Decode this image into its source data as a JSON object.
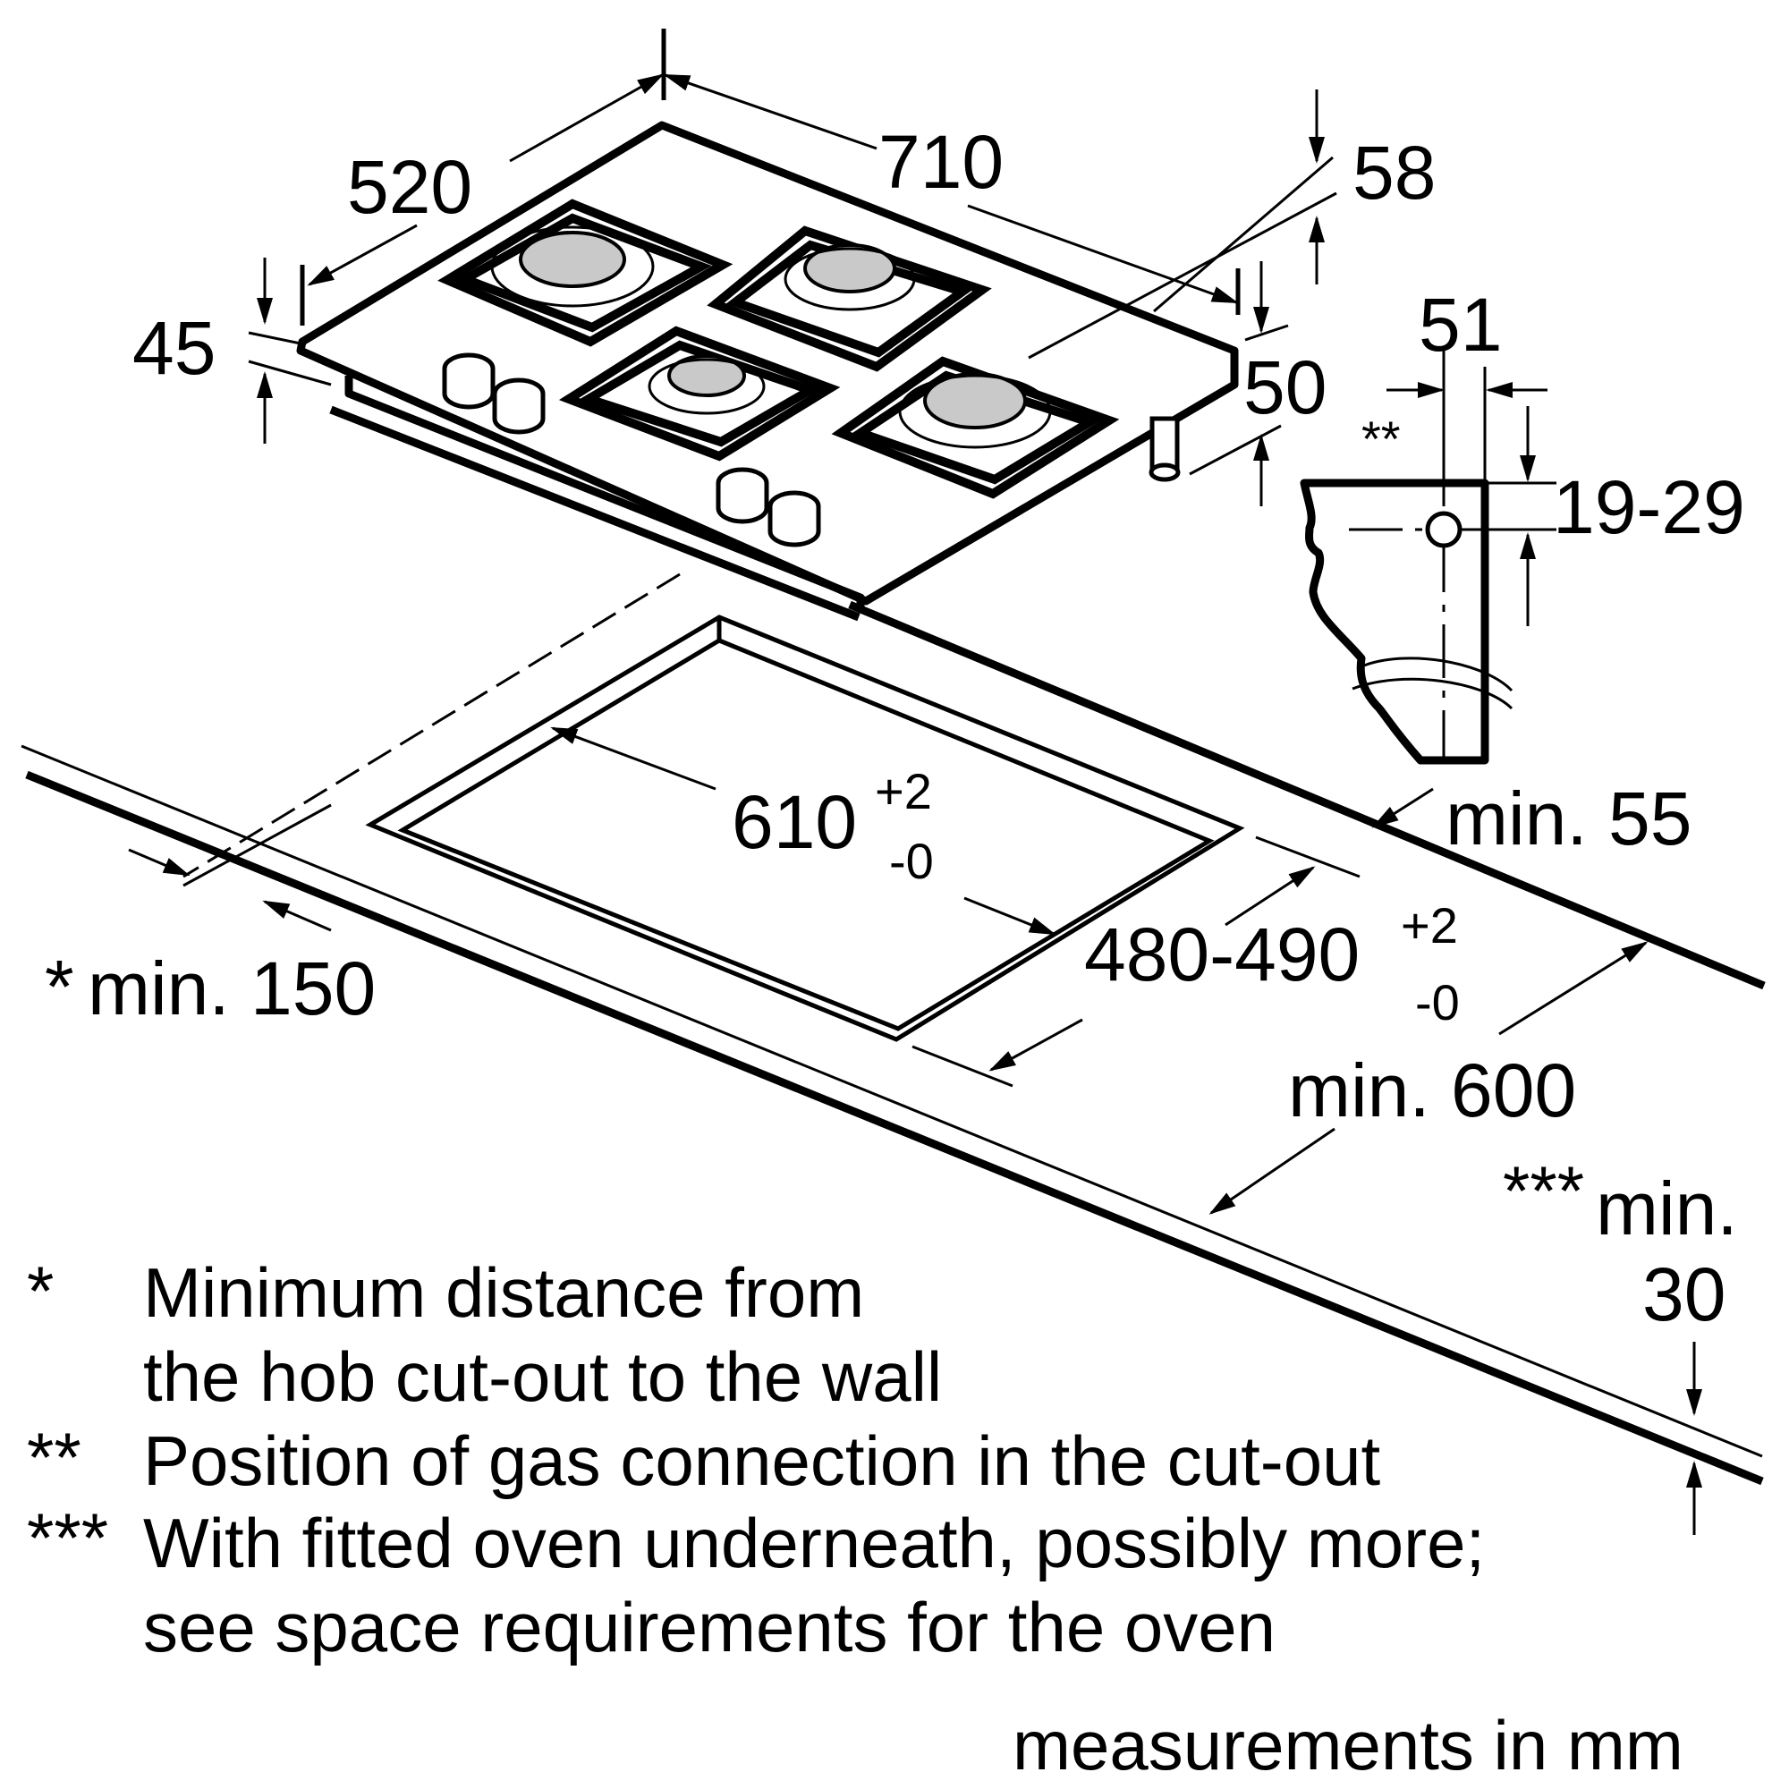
{
  "dimensions": {
    "width": "710",
    "depth": "520",
    "height": "45",
    "top_height": "58",
    "leg_height": "50",
    "gas_offset": "51",
    "gas_marker": "**",
    "worktop_range": "19-29",
    "rear_clearance": "min. 55",
    "cutout_width": "610",
    "cutout_width_tol_plus": "+2",
    "cutout_width_tol_minus": "-0",
    "cutout_depth": "480-490",
    "cutout_depth_tol_plus": "+2",
    "cutout_depth_tol_minus": "-0",
    "side_marker": "*",
    "side_clearance": "min. 150",
    "worktop_depth": "min. 600",
    "oven_marker": "***",
    "oven_gap_line1": "min.",
    "oven_gap_line2": "30"
  },
  "notes": [
    {
      "marker": "*",
      "lines": [
        "Minimum distance from",
        "the hob cut-out to the wall"
      ]
    },
    {
      "marker": "**",
      "lines": [
        "Position of gas connection in the cut-out"
      ]
    },
    {
      "marker": "***",
      "lines": [
        "With fitted oven underneath, possibly more;",
        "see space requirements for the oven"
      ]
    }
  ],
  "units_note": "measurements in mm"
}
